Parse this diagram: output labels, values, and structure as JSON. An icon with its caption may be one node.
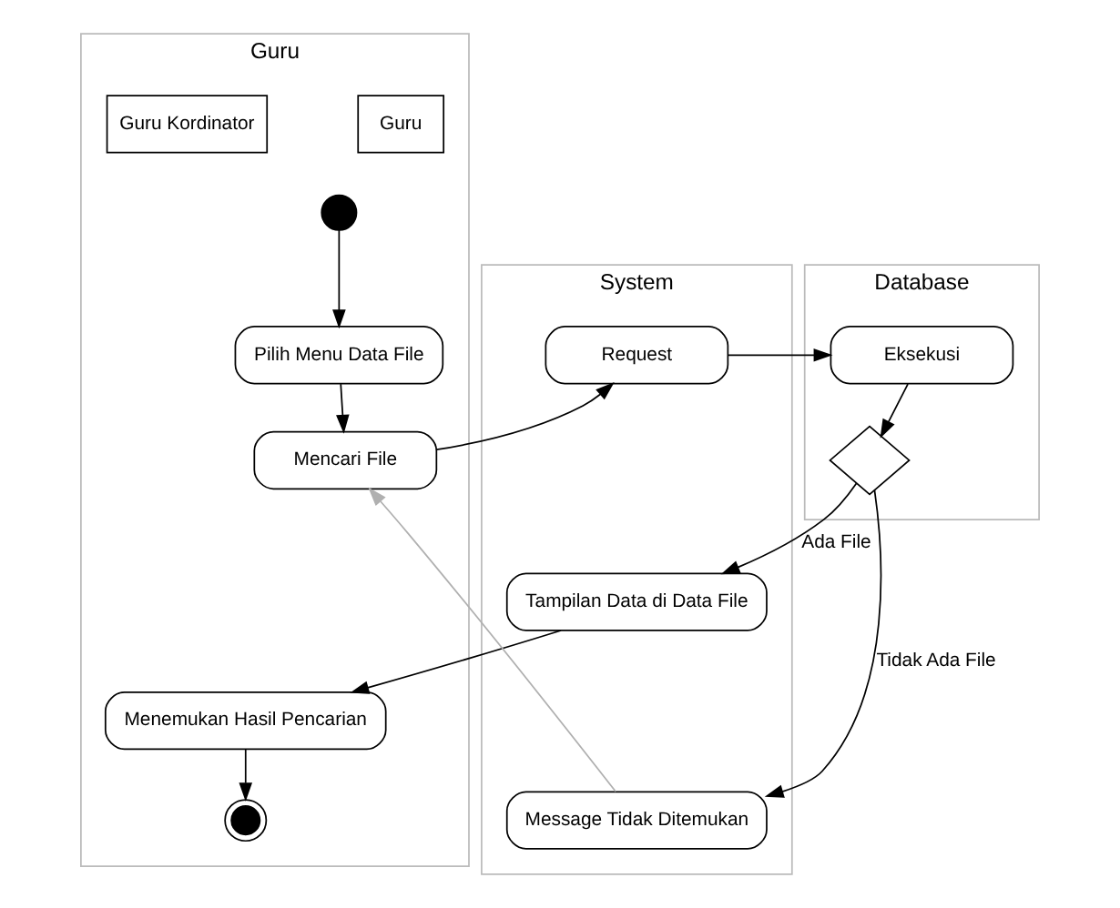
{
  "diagram": {
    "nodes": [
      {
        "text": [
          "Guru"
        ]
      },
      {
        "text": [
          "System"
        ]
      },
      {
        "text": [
          "Database"
        ]
      },
      {
        "text": [
          "Guru Kordinator"
        ],
        "in": 0
      },
      {
        "text": [
          "Guru"
        ],
        "in": 0
      },
      {
        "text": [],
        "shape": "circle",
        "in": 0
      },
      {
        "text": [
          "Pilih Menu Data File"
        ],
        "in": 0
      },
      {
        "text": [
          "Mencari File"
        ],
        "in": 0
      },
      {
        "text": [
          "Menemukan Hasil Pencarian"
        ],
        "in": 0
      },
      {
        "text": [],
        "shape": "circle",
        "in": 0
      },
      {
        "text": [
          "Request"
        ],
        "in": 1
      },
      {
        "text": [
          "Tampilan Data di Data File"
        ],
        "in": 1
      },
      {
        "text": [
          "Message Tidak Ditemukan"
        ],
        "in": 1
      },
      {
        "text": [
          "Eksekusi"
        ],
        "in": 2
      },
      {
        "text": [],
        "shape": "diamond",
        "in": 2
      }
    ],
    "edges": [
      {
        "from": 5,
        "to": 6,
        "arrow": "to"
      },
      {
        "from": 6,
        "to": 7,
        "arrow": "to"
      },
      {
        "from": 7,
        "to": 10,
        "arrow": "to"
      },
      {
        "from": 10,
        "to": 13,
        "arrow": "to"
      },
      {
        "from": 13,
        "to": 14,
        "arrow": "to"
      },
      {
        "from": 14,
        "to": 11,
        "arrow": "to",
        "label": "Ada File"
      },
      {
        "from": 14,
        "to": 12,
        "arrow": "to",
        "label": "Tidak Ada File"
      },
      {
        "from": 11,
        "to": 8,
        "arrow": "to"
      },
      {
        "from": 8,
        "to": 9,
        "arrow": "to"
      },
      {
        "from": 12,
        "to": 7,
        "arrow": "to",
        "color": "#b0b0b0"
      }
    ]
  }
}
